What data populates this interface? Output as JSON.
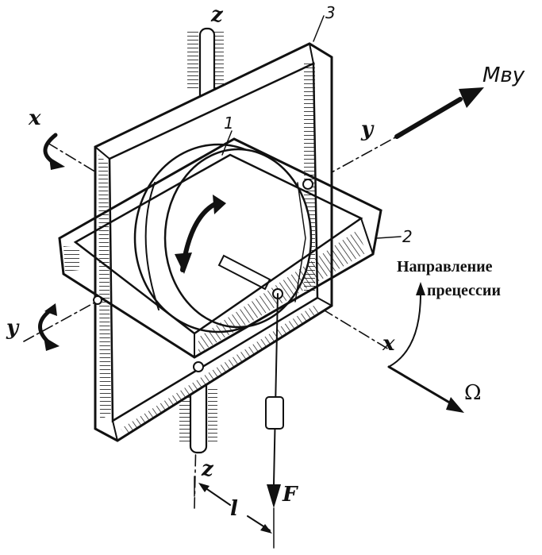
{
  "labels": {
    "z_top": "z",
    "z_bottom": "z",
    "x_left": "x",
    "x_right": "x",
    "y_right": "y",
    "y_left": "y",
    "num_1": "1",
    "num_2": "2",
    "num_3": "3",
    "moment": "Mвy",
    "precession_line1": "Направление",
    "precession_line2": "прецессии",
    "omega": "Ω",
    "force": "F",
    "lever": "l"
  },
  "colors": {
    "ink": "#111111",
    "paper": "#ffffff"
  }
}
